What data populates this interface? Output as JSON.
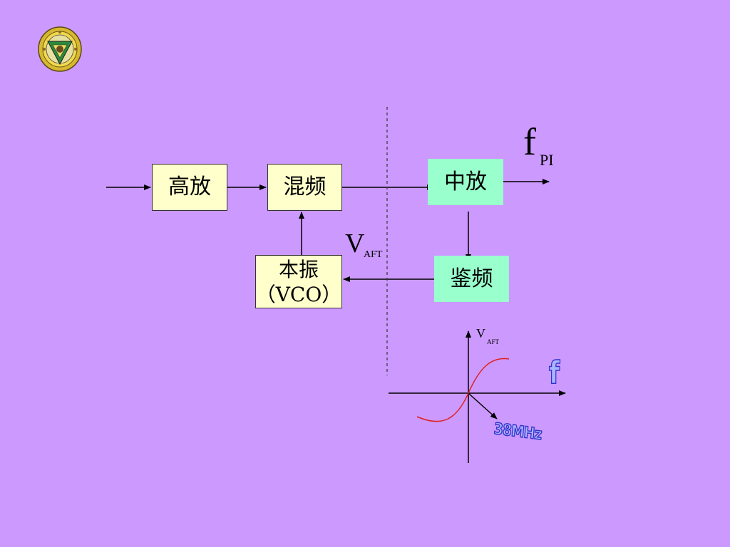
{
  "blocks": {
    "gaofang": "高放",
    "hunpin": "混频",
    "zhongfang": "中放",
    "jianpin": "鉴频",
    "benzhen_line1": "本振",
    "benzhen_line2": "（VCO）"
  },
  "labels": {
    "fpi_main": "f",
    "fpi_sub": "PI",
    "vaft_main": "V",
    "vaft_sub": "AFT"
  },
  "curve": {
    "axis_v_main": "V",
    "axis_v_sub": "AFT",
    "f_axis": "f",
    "center_freq": "38MHz"
  },
  "colors": {
    "background": "#cc99ff",
    "block_yellow": "#ffffcc",
    "block_green": "#99ffcc",
    "curve": "#e02020"
  },
  "icons": {
    "logo": "school-emblem-icon"
  }
}
